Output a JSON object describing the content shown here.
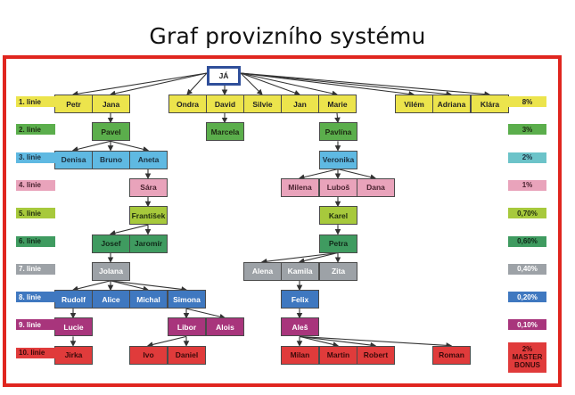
{
  "title": "Graf provizního systému",
  "root": "JÁ",
  "levels": [
    {
      "label": "1. linie",
      "percent": "8%",
      "color": "#ece44c",
      "text": "#222"
    },
    {
      "label": "2. linie",
      "percent": "3%",
      "color": "#5bae4c",
      "text": "#1d2a12"
    },
    {
      "label": "3. linie",
      "percent": "2%",
      "color": "#5fb9e2",
      "text": "#1b3040",
      "right_color": "#6cc3c9"
    },
    {
      "label": "4. linie",
      "percent": "1%",
      "color": "#e9a3bb",
      "text": "#4a2330"
    },
    {
      "label": "5. linie",
      "percent": "0,70%",
      "color": "#a7c93c",
      "text": "#223010"
    },
    {
      "label": "6. linie",
      "percent": "0,60%",
      "color": "#3f9b60",
      "text": "#102818"
    },
    {
      "label": "7. linie",
      "percent": "0,40%",
      "color": "#9da2a7",
      "text": "#fff"
    },
    {
      "label": "8. linie",
      "percent": "0,20%",
      "color": "#3f78c0",
      "text": "#fff"
    },
    {
      "label": "9. linie",
      "percent": "0,10%",
      "color": "#a8357c",
      "text": "#fff"
    },
    {
      "label": "10. linie",
      "percent": "2%",
      "color": "#e03b3b",
      "text": "#3a0a0a",
      "extra": [
        "MASTER",
        "BONUS"
      ]
    }
  ],
  "nodes": [
    {
      "name": "Petr",
      "level": 1,
      "parent": "JÁ"
    },
    {
      "name": "Jana",
      "level": 1,
      "parent": "JÁ"
    },
    {
      "name": "Ondra",
      "level": 1,
      "parent": "JÁ"
    },
    {
      "name": "David",
      "level": 1,
      "parent": "JÁ"
    },
    {
      "name": "Silvie",
      "level": 1,
      "parent": "JÁ"
    },
    {
      "name": "Jan",
      "level": 1,
      "parent": "JÁ"
    },
    {
      "name": "Marie",
      "level": 1,
      "parent": "JÁ"
    },
    {
      "name": "Vilém",
      "level": 1,
      "parent": "JÁ"
    },
    {
      "name": "Adriana",
      "level": 1,
      "parent": "JÁ"
    },
    {
      "name": "Klára",
      "level": 1,
      "parent": "JÁ"
    },
    {
      "name": "Pavel",
      "level": 2,
      "parent": "Jana"
    },
    {
      "name": "Marcela",
      "level": 2,
      "parent": "David"
    },
    {
      "name": "Pavlína",
      "level": 2,
      "parent": "Marie"
    },
    {
      "name": "Denisa",
      "level": 3,
      "parent": "Pavel"
    },
    {
      "name": "Bruno",
      "level": 3,
      "parent": "Pavel"
    },
    {
      "name": "Aneta",
      "level": 3,
      "parent": "Pavel"
    },
    {
      "name": "Veronika",
      "level": 3,
      "parent": "Pavlína"
    },
    {
      "name": "Sára",
      "level": 4,
      "parent": "Aneta"
    },
    {
      "name": "Milena",
      "level": 4,
      "parent": "Veronika"
    },
    {
      "name": "Luboš",
      "level": 4,
      "parent": "Veronika"
    },
    {
      "name": "Dana",
      "level": 4,
      "parent": "Veronika"
    },
    {
      "name": "František",
      "level": 5,
      "parent": "Sára"
    },
    {
      "name": "Karel",
      "level": 5,
      "parent": "Luboš"
    },
    {
      "name": "Josef",
      "level": 6,
      "parent": "František"
    },
    {
      "name": "Jaromír",
      "level": 6,
      "parent": "František"
    },
    {
      "name": "Petra",
      "level": 6,
      "parent": "Karel"
    },
    {
      "name": "Jolana",
      "level": 7,
      "parent": "Josef"
    },
    {
      "name": "Alena",
      "level": 7,
      "parent": "Petra"
    },
    {
      "name": "Kamila",
      "level": 7,
      "parent": "Petra"
    },
    {
      "name": "Zita",
      "level": 7,
      "parent": "Petra"
    },
    {
      "name": "Rudolf",
      "level": 8,
      "parent": "Jolana"
    },
    {
      "name": "Alice",
      "level": 8,
      "parent": "Jolana"
    },
    {
      "name": "Michal",
      "level": 8,
      "parent": "Jolana"
    },
    {
      "name": "Simona",
      "level": 8,
      "parent": "Jolana"
    },
    {
      "name": "Felix",
      "level": 8,
      "parent": "Kamila"
    },
    {
      "name": "Lucie",
      "level": 9,
      "parent": "Rudolf"
    },
    {
      "name": "Libor",
      "level": 9,
      "parent": "Simona"
    },
    {
      "name": "Alois",
      "level": 9,
      "parent": "Simona"
    },
    {
      "name": "Aleš",
      "level": 9,
      "parent": "Felix"
    },
    {
      "name": "Jirka",
      "level": 10,
      "parent": "Lucie"
    },
    {
      "name": "Ivo",
      "level": 10,
      "parent": "Libor"
    },
    {
      "name": "Daniel",
      "level": 10,
      "parent": "Libor"
    },
    {
      "name": "Milan",
      "level": 10,
      "parent": "Aleš"
    },
    {
      "name": "Martin",
      "level": 10,
      "parent": "Aleš"
    },
    {
      "name": "Robert",
      "level": 10,
      "parent": "Aleš"
    },
    {
      "name": "Roman",
      "level": 10,
      "parent": "Aleš"
    }
  ]
}
